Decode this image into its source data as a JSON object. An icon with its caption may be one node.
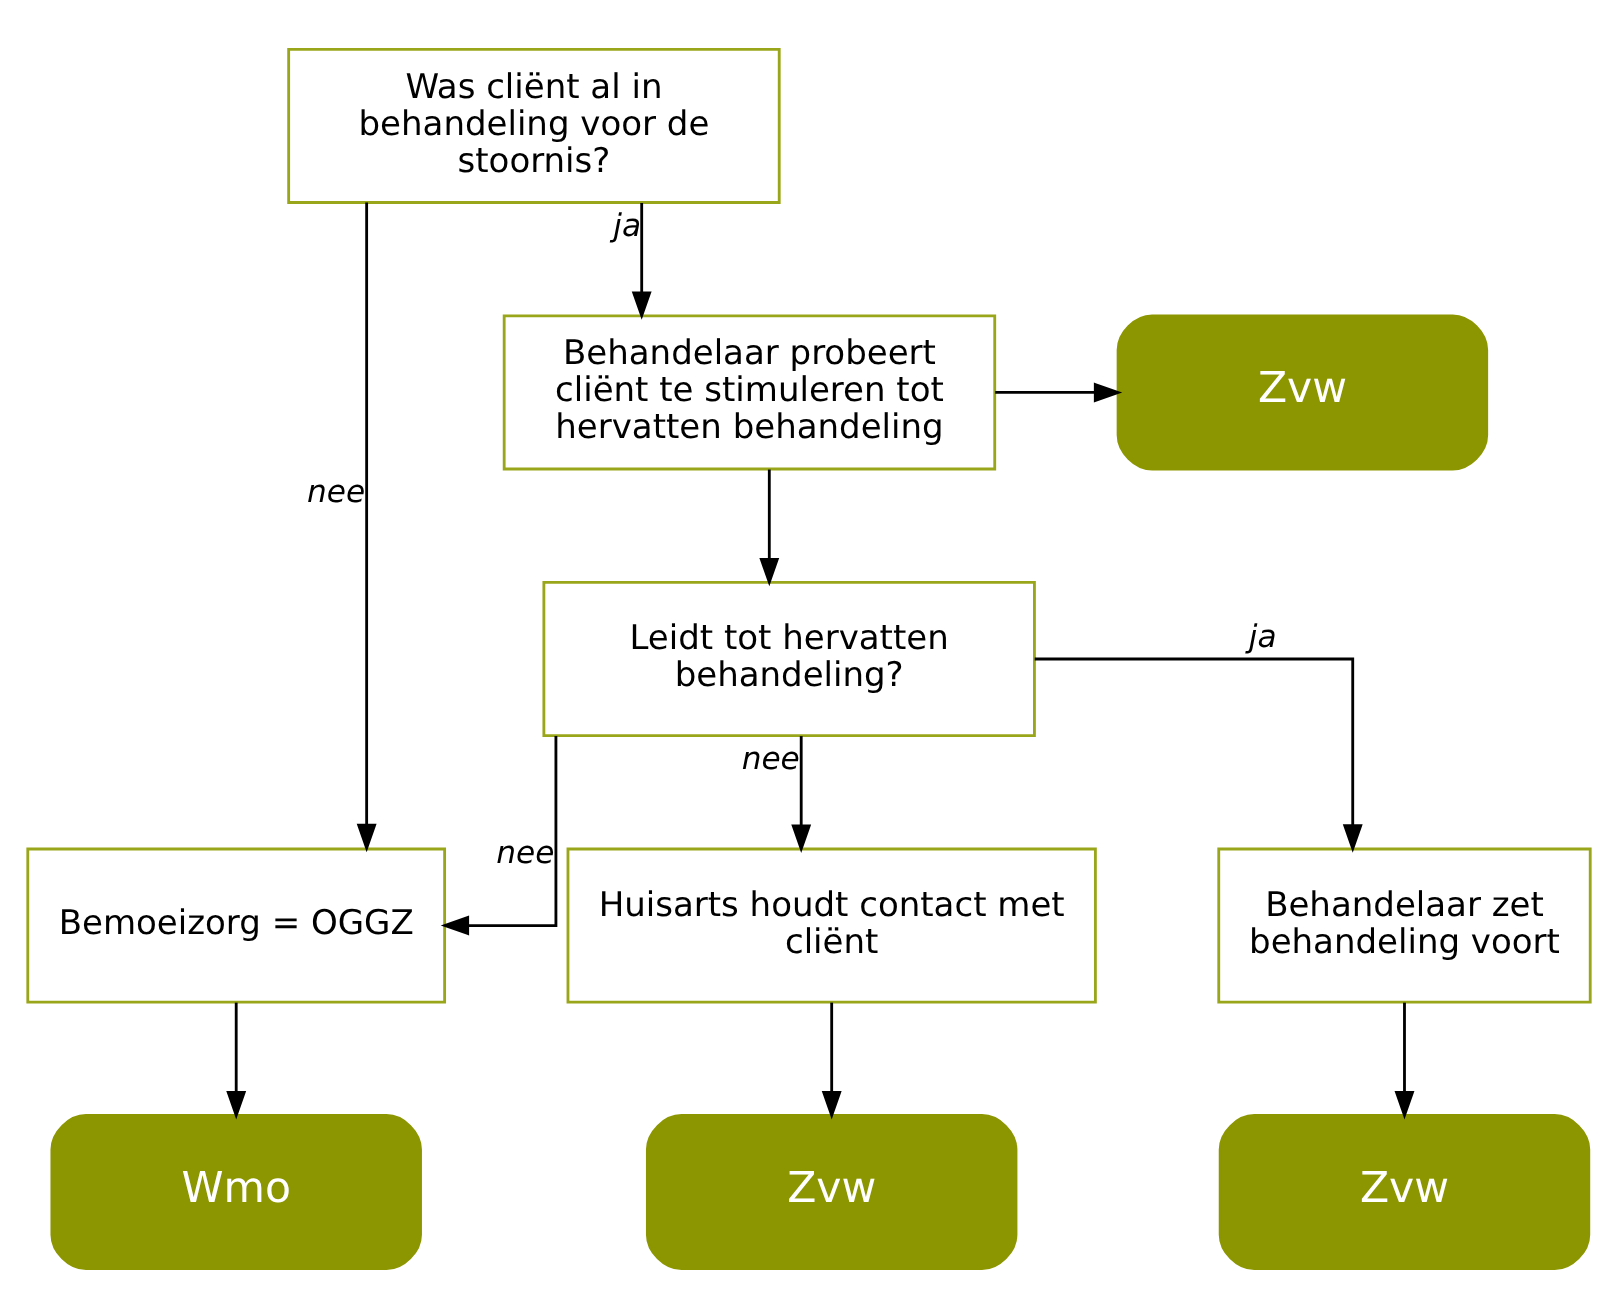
{
  "diagram": {
    "nodes": [
      {
        "text": [
          "Was cliënt al in behandeling voor de stoornis?"
        ]
      },
      {
        "text": [
          "Behandelaar probeert cliënt te stimuleren tot hervatten behandeling"
        ]
      },
      {
        "text": [
          "Zvw"
        ]
      },
      {
        "text": [
          "Leidt tot hervatten behandeling?"
        ]
      },
      {
        "text": [
          "Bemoeizorg = OGGZ"
        ]
      },
      {
        "text": [
          "Huisarts houdt contact met cliënt"
        ]
      },
      {
        "text": [
          "Behandelaar zet behandeling voort"
        ]
      },
      {
        "text": [
          "Wmo"
        ]
      },
      {
        "text": [
          "Zvw"
        ]
      },
      {
        "text": [
          "Zvw"
        ]
      }
    ],
    "edges": [
      {
        "from": 0,
        "to": 4,
        "arrow": "to",
        "label": "nee"
      },
      {
        "from": 0,
        "to": 1,
        "arrow": "to",
        "label": "ja"
      },
      {
        "from": 1,
        "to": 2,
        "arrow": "to"
      },
      {
        "from": 1,
        "to": 3,
        "arrow": "to"
      },
      {
        "from": 3,
        "to": 4,
        "arrow": "to",
        "label": "nee"
      },
      {
        "from": 3,
        "to": 5,
        "arrow": "to",
        "label": "nee"
      },
      {
        "from": 3,
        "to": 6,
        "arrow": "to",
        "label": "ja"
      },
      {
        "from": 4,
        "to": 7,
        "arrow": "to"
      },
      {
        "from": 5,
        "to": 8,
        "arrow": "to"
      },
      {
        "from": 6,
        "to": 9,
        "arrow": "to"
      }
    ]
  }
}
